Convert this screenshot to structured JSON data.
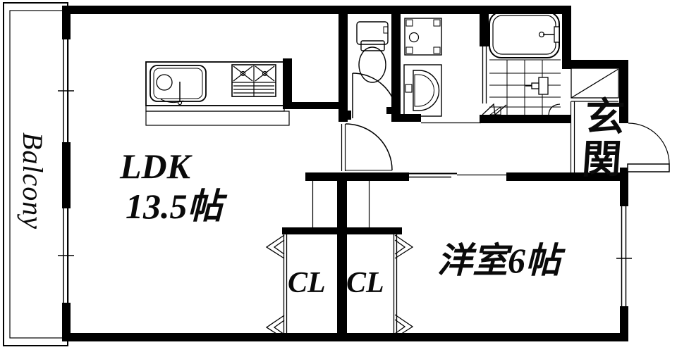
{
  "labels": {
    "balcony": "Balcony",
    "ldk_line1": "LDK",
    "ldk_line2": "13.5帖",
    "western_room": "洋室6帖",
    "closet_left": "CL",
    "closet_right": "CL",
    "entrance": "玄関"
  },
  "rooms": [
    {
      "name": "LDK",
      "size": "13.5帖"
    },
    {
      "name": "洋室",
      "size": "6帖"
    },
    {
      "name": "Balcony",
      "size": ""
    },
    {
      "name": "玄関",
      "size": ""
    },
    {
      "name": "CL",
      "size": ""
    },
    {
      "name": "CL",
      "size": ""
    }
  ],
  "colors": {
    "ink": "#000000",
    "bg": "#ffffff"
  }
}
